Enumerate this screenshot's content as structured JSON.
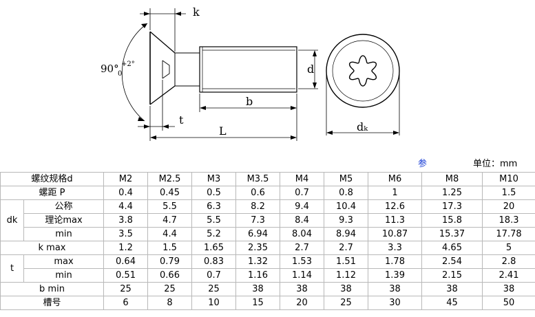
{
  "drawing": {
    "labels": {
      "k": "k",
      "angle_main": "90°",
      "angle_plus": "+2°",
      "angle_minus": "0",
      "d": "d",
      "b": "b",
      "t": "t",
      "L": "L",
      "dk": "dₖ"
    }
  },
  "header": {
    "ref_text": "参",
    "unit_text": "单位：mm"
  },
  "table": {
    "spec_label": "螺纹规格d",
    "sizes": [
      "M2",
      "M2.5",
      "M3",
      "M3.5",
      "M4",
      "M5",
      "M6",
      "M8",
      "M10"
    ],
    "pitch_label": "螺距 P",
    "pitch": [
      "0.4",
      "0.45",
      "0.5",
      "0.6",
      "0.7",
      "0.8",
      "1",
      "1.25",
      "1.5"
    ],
    "dk_label": "dk",
    "dk_nominal_label": "公称",
    "dk_nominal": [
      "4.4",
      "5.5",
      "6.3",
      "8.2",
      "9.4",
      "10.4",
      "12.6",
      "17.3",
      "20"
    ],
    "dk_theory_label": "理论max",
    "dk_theory_max": [
      "3.8",
      "4.7",
      "5.5",
      "7.3",
      "8.4",
      "9.3",
      "11.3",
      "15.8",
      "18.3"
    ],
    "dk_min_label": "min",
    "dk_min": [
      "3.5",
      "4.4",
      "5.2",
      "6.94",
      "8.04",
      "8.94",
      "10.87",
      "15.37",
      "17.78"
    ],
    "kmax_label": "k max",
    "k_max": [
      "1.2",
      "1.5",
      "1.65",
      "2.35",
      "2.7",
      "2.7",
      "3.3",
      "4.65",
      "5"
    ],
    "t_label": "t",
    "t_max_label": "max",
    "t_max": [
      "0.64",
      "0.79",
      "0.83",
      "1.32",
      "1.53",
      "1.51",
      "1.78",
      "2.54",
      "2.8"
    ],
    "t_min_label": "min",
    "t_min": [
      "0.51",
      "0.66",
      "0.7",
      "1.16",
      "1.14",
      "1.12",
      "1.39",
      "2.15",
      "2.41"
    ],
    "bmin_label": "b min",
    "b_min": [
      "25",
      "25",
      "25",
      "38",
      "38",
      "38",
      "38",
      "38",
      "38"
    ],
    "slot_label": "槽号",
    "slot_no": [
      "6",
      "8",
      "10",
      "15",
      "20",
      "25",
      "30",
      "45",
      "50"
    ]
  }
}
